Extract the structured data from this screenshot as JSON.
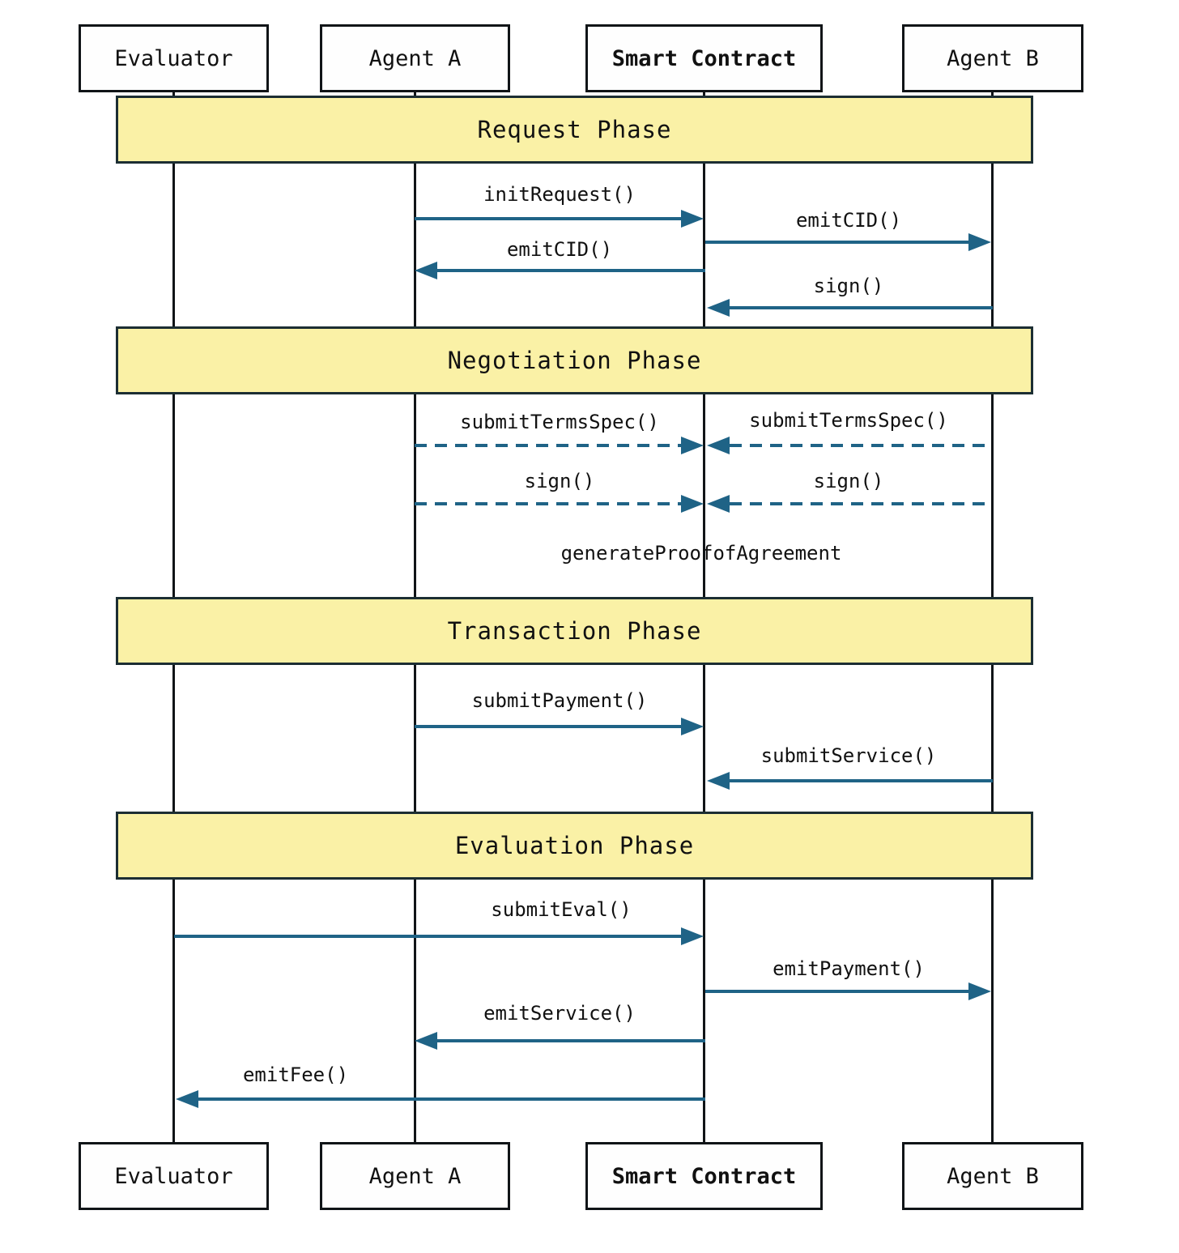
{
  "actors": [
    {
      "id": "evaluator",
      "label": "Evaluator",
      "bold": false
    },
    {
      "id": "agent-a",
      "label": "Agent A",
      "bold": false
    },
    {
      "id": "smart-contract",
      "label": "Smart Contract",
      "bold": true
    },
    {
      "id": "agent-b",
      "label": "Agent B",
      "bold": false
    }
  ],
  "phases": [
    {
      "label": "Request Phase"
    },
    {
      "label": "Negotiation Phase"
    },
    {
      "label": "Transaction Phase"
    },
    {
      "label": "Evaluation Phase"
    }
  ],
  "messages": [
    {
      "label": "initRequest()",
      "from": "Agent A",
      "to": "Smart Contract",
      "line": "solid",
      "direction": "right",
      "phase": "Request Phase"
    },
    {
      "label": "emitCID()",
      "from": "Smart Contract",
      "to": "Agent B",
      "line": "solid",
      "direction": "right",
      "phase": "Request Phase"
    },
    {
      "label": "emitCID()",
      "from": "Smart Contract",
      "to": "Agent A",
      "line": "solid",
      "direction": "left",
      "phase": "Request Phase"
    },
    {
      "label": "sign()",
      "from": "Agent B",
      "to": "Smart Contract",
      "line": "solid",
      "direction": "left",
      "phase": "Request Phase"
    },
    {
      "label": "submitTermsSpec()",
      "from": "Agent A",
      "to": "Smart Contract",
      "line": "dashed",
      "direction": "right",
      "phase": "Negotiation Phase"
    },
    {
      "label": "submitTermsSpec()",
      "from": "Agent B",
      "to": "Smart Contract",
      "line": "dashed",
      "direction": "left",
      "phase": "Negotiation Phase"
    },
    {
      "label": "sign()",
      "from": "Agent A",
      "to": "Smart Contract",
      "line": "dashed",
      "direction": "right",
      "phase": "Negotiation Phase"
    },
    {
      "label": "sign()",
      "from": "Agent B",
      "to": "Smart Contract",
      "line": "dashed",
      "direction": "left",
      "phase": "Negotiation Phase"
    },
    {
      "label": "generateProofofAgreement",
      "from": "Smart Contract",
      "to": "Smart Contract",
      "line": "none",
      "direction": "self",
      "phase": "Negotiation Phase"
    },
    {
      "label": "submitPayment()",
      "from": "Agent A",
      "to": "Smart Contract",
      "line": "solid",
      "direction": "right",
      "phase": "Transaction Phase"
    },
    {
      "label": "submitService()",
      "from": "Agent B",
      "to": "Smart Contract",
      "line": "solid",
      "direction": "left",
      "phase": "Transaction Phase"
    },
    {
      "label": "submitEval()",
      "from": "Evaluator",
      "to": "Smart Contract",
      "line": "solid",
      "direction": "right",
      "phase": "Evaluation Phase"
    },
    {
      "label": "emitPayment()",
      "from": "Smart Contract",
      "to": "Agent B",
      "line": "solid",
      "direction": "right",
      "phase": "Evaluation Phase"
    },
    {
      "label": "emitService()",
      "from": "Smart Contract",
      "to": "Agent A",
      "line": "solid",
      "direction": "left",
      "phase": "Evaluation Phase"
    },
    {
      "label": "emitFee()",
      "from": "Smart Contract",
      "to": "Evaluator",
      "line": "solid",
      "direction": "left",
      "phase": "Evaluation Phase"
    }
  ],
  "colors": {
    "arrow": "#1f6386",
    "phase_fill": "#faf1a6",
    "phase_border": "#1c2e33",
    "box_border": "#101417",
    "lifeline": "#101417",
    "background": "#ffffff"
  }
}
